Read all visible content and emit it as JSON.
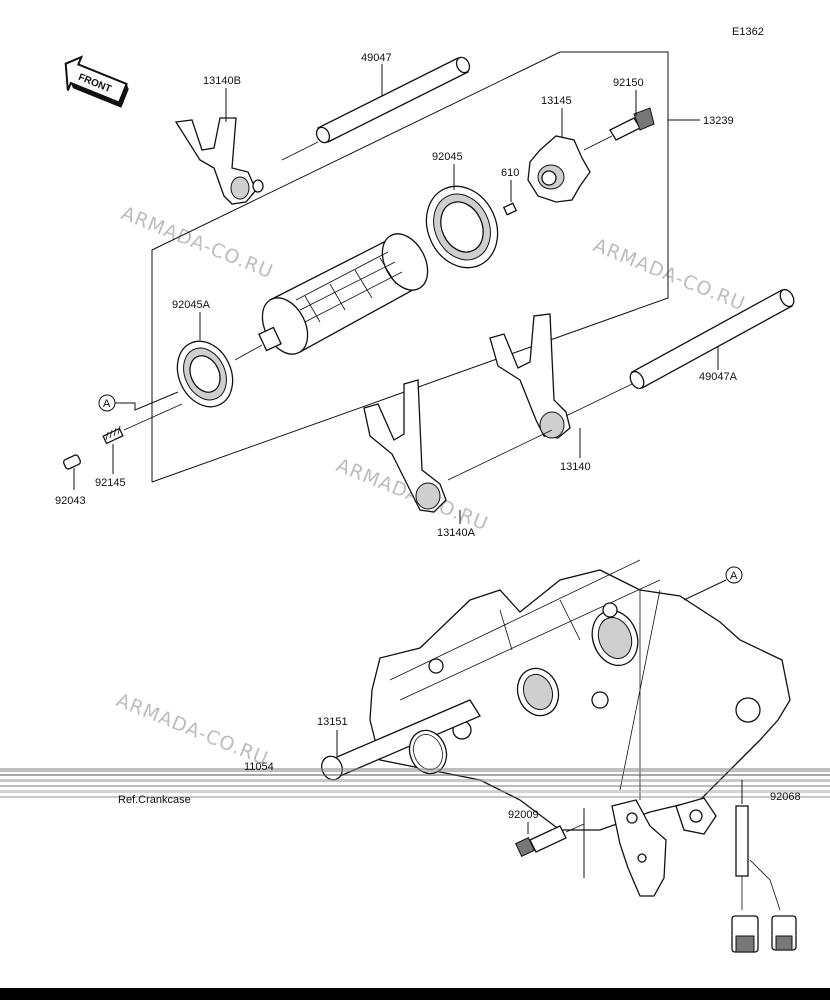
{
  "diagram_code": "E1362",
  "front_label": "FRONT",
  "watermark": "ARMADA-CO.RU",
  "ref_label": "Ref.Crankcase",
  "ref_marker": "A",
  "parts": {
    "fork_13140B": "13140B",
    "shaft_49047": "49047",
    "star_13145": "13145",
    "bolt_92150": "92150",
    "assy_13239": "13239",
    "bearing_92045": "92045",
    "pin_610": "610",
    "bearing_92045A": "92045A",
    "shaft_49047A": "49047A",
    "spring_92145": "92145",
    "pin_92043": "92043",
    "fork_13140": "13140",
    "fork_13140A": "13140A",
    "shaft_13151": "13151",
    "oring_11054": "11054",
    "bolt_92009": "92009",
    "sensor_cut": "92068"
  }
}
